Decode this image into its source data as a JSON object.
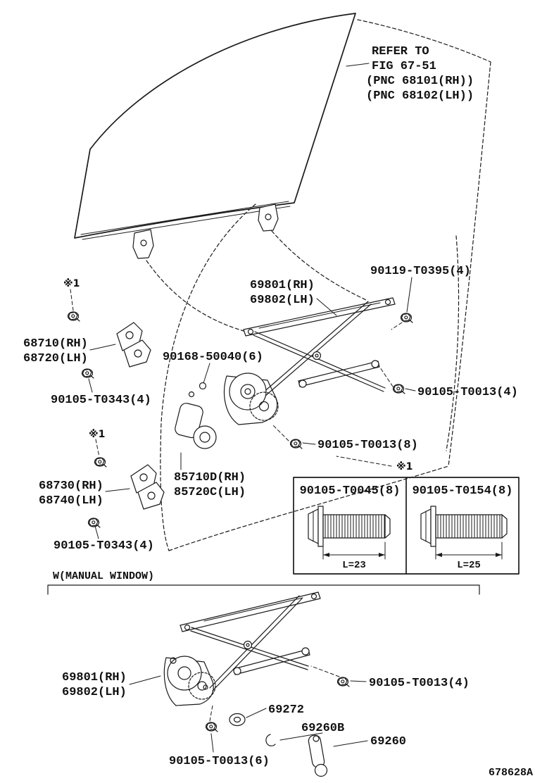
{
  "page": {
    "bg": "#ffffff",
    "ink": "#1a1a1a",
    "drawing_code": "678628A"
  },
  "refer_note": {
    "l1": "REFER TO",
    "l2": "FIG 67-51",
    "l3": "(PNC 68101(RH))",
    "l4": "(PNC 68102(LH))"
  },
  "notes": {
    "n1": "※1",
    "manual_window": "W(MANUAL WINDOW)"
  },
  "parts": {
    "p90119": "90119-T0395(4)",
    "p69801": "69801(RH)",
    "p69802": "69802(LH)",
    "p68710": "68710(RH)",
    "p68720": "68720(LH)",
    "p90168": "90168-50040(6)",
    "p90105_t0343": "90105-T0343(4)",
    "p90105_t0013_4": "90105-T0013(4)",
    "p90105_t0013_8": "90105-T0013(8)",
    "p68730": "68730(RH)",
    "p68740": "68740(LH)",
    "p85710d": "85710D(RH)",
    "p85720c": "85720C(LH)",
    "p69272": "69272",
    "p69260b": "69260B",
    "p69260": "69260",
    "p90105_t0013_6": "90105-T0013(6)"
  },
  "inset": {
    "left_part": "90105-T0045(8)",
    "left_len": "L=23",
    "right_part": "90105-T0154(8)",
    "right_len": "L=25"
  }
}
